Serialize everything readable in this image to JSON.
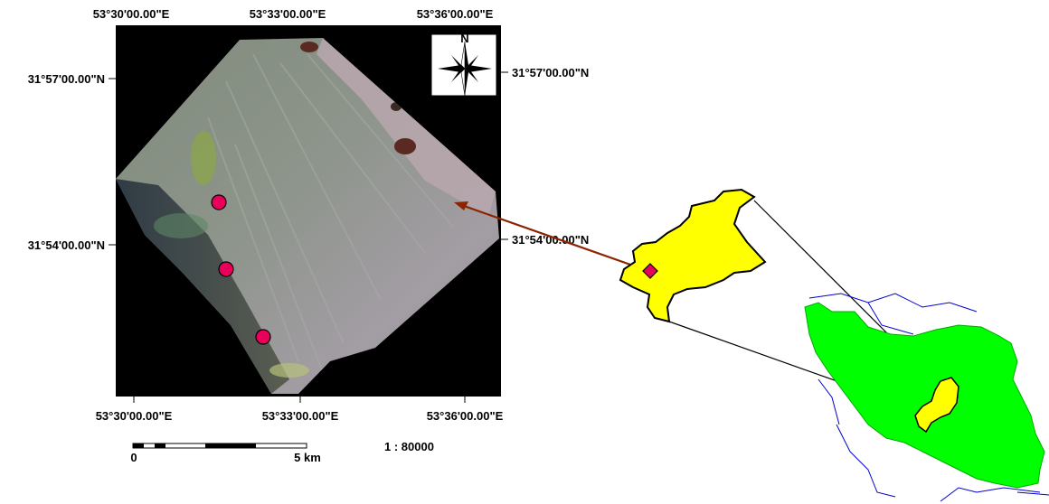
{
  "coords": {
    "top": [
      "53°30'00.00\"E",
      "53°33'00.00\"E",
      "53°36'00.00\"E"
    ],
    "bottom": [
      "53°30'00.00\"E",
      "53°33'00.00\"E",
      "53°36'00.00\"E"
    ],
    "left": [
      "31°57'00.00\"N",
      "31°54'00.00\"N"
    ],
    "right": [
      "31°57'00.00\"N",
      "31°54'00.00\"N"
    ]
  },
  "north_arrow": {
    "label": "N"
  },
  "scale_bar": {
    "start_label": "0",
    "end_label": "5 km",
    "ratio": "1 : 80000"
  },
  "colors": {
    "background": "#000000",
    "province_fill": "#ffff00",
    "country_fill": "#00ff00",
    "border_blue": "#0000cc",
    "sample_point": "#e8005a",
    "arrow": "#8b2500",
    "imagery_base": "#8d9587"
  },
  "sample_points_count": 3
}
